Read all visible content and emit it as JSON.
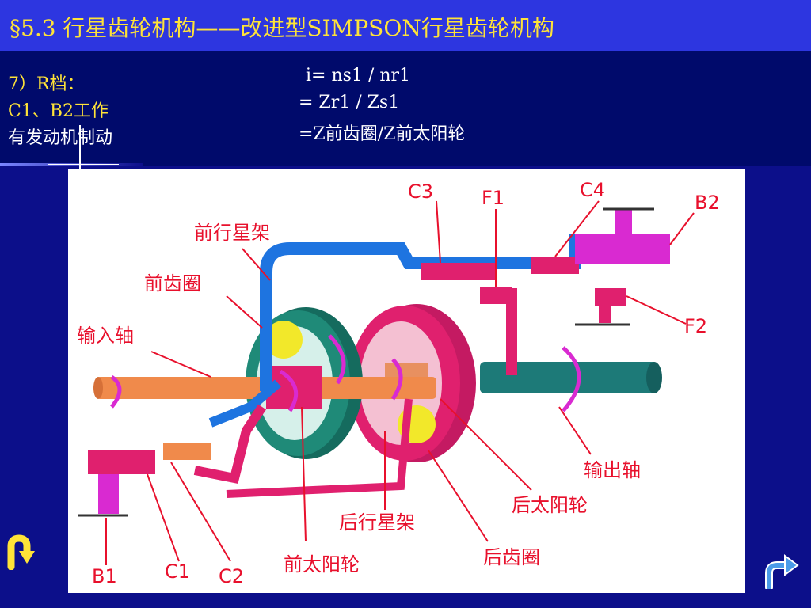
{
  "slide": {
    "title": "§5.3 行星齿轮机构——改进型SIMPSON行星齿轮机构"
  },
  "info": {
    "line1": "7）R档：",
    "line2": "C1、B2工作",
    "line3": "有发动机制动",
    "formula1": "i= ns1 / nr1",
    "formula2": "= Zr1 / Zs1",
    "formula3": "=Z前齿圈/Z前太阳轮"
  },
  "diagram": {
    "labels": {
      "front_carrier": "前行星架",
      "front_ring": "前齿圈",
      "input_shaft": "输入轴",
      "c3": "C3",
      "f1": "F1",
      "c4": "C4",
      "b2": "B2",
      "f2": "F2",
      "output_shaft": "输出轴",
      "rear_sun": "后太阳轮",
      "rear_carrier": "后行星架",
      "rear_ring": "后齿圈",
      "front_sun": "前太阳轮",
      "b1": "B1",
      "c1": "C1",
      "c2": "C2"
    },
    "colors": {
      "label": "#e8102c",
      "input": "#f08a4b",
      "output": "#1d7a78",
      "blue_member": "#1e74e0",
      "pink_member": "#e0206e",
      "magenta": "#d92ad1",
      "planet": "#f2e82a"
    }
  },
  "nav": {
    "back_icon": "back-arrow-icon",
    "forward_icon": "forward-arrow-icon"
  }
}
